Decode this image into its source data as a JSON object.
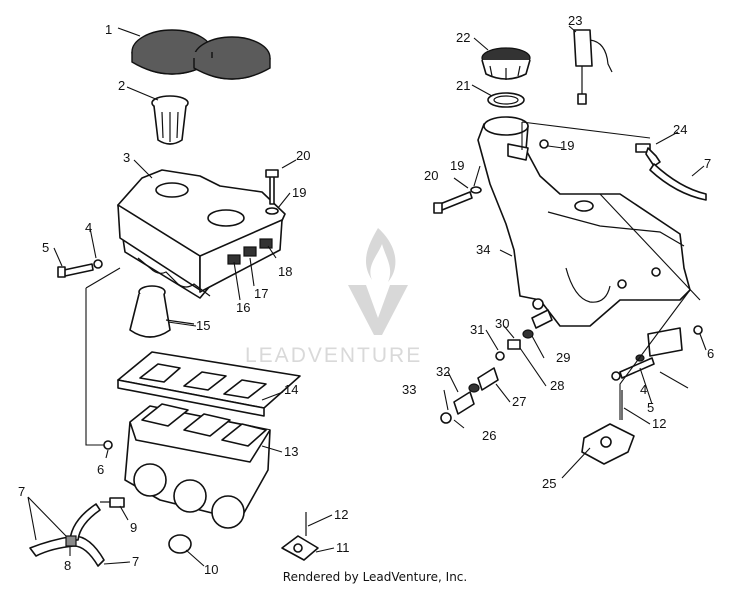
{
  "callouts": [
    "1",
    "2",
    "3",
    "4",
    "5",
    "6",
    "7",
    "8",
    "9",
    "10",
    "11",
    "12",
    "13",
    "14",
    "15",
    "16",
    "17",
    "18",
    "19",
    "20",
    "21",
    "22",
    "23",
    "24",
    "25",
    "26",
    "27",
    "28",
    "29",
    "30",
    "31",
    "32",
    "33",
    "34"
  ],
  "extra_callouts": {
    "r4": "4",
    "r5": "5",
    "r6": "6",
    "r7": "7",
    "r12": "12",
    "r19": "19",
    "r20": "20",
    "l7b": "7"
  },
  "watermark": "LEADVENTURE",
  "credit": "Rendered by LeadVenture, Inc."
}
